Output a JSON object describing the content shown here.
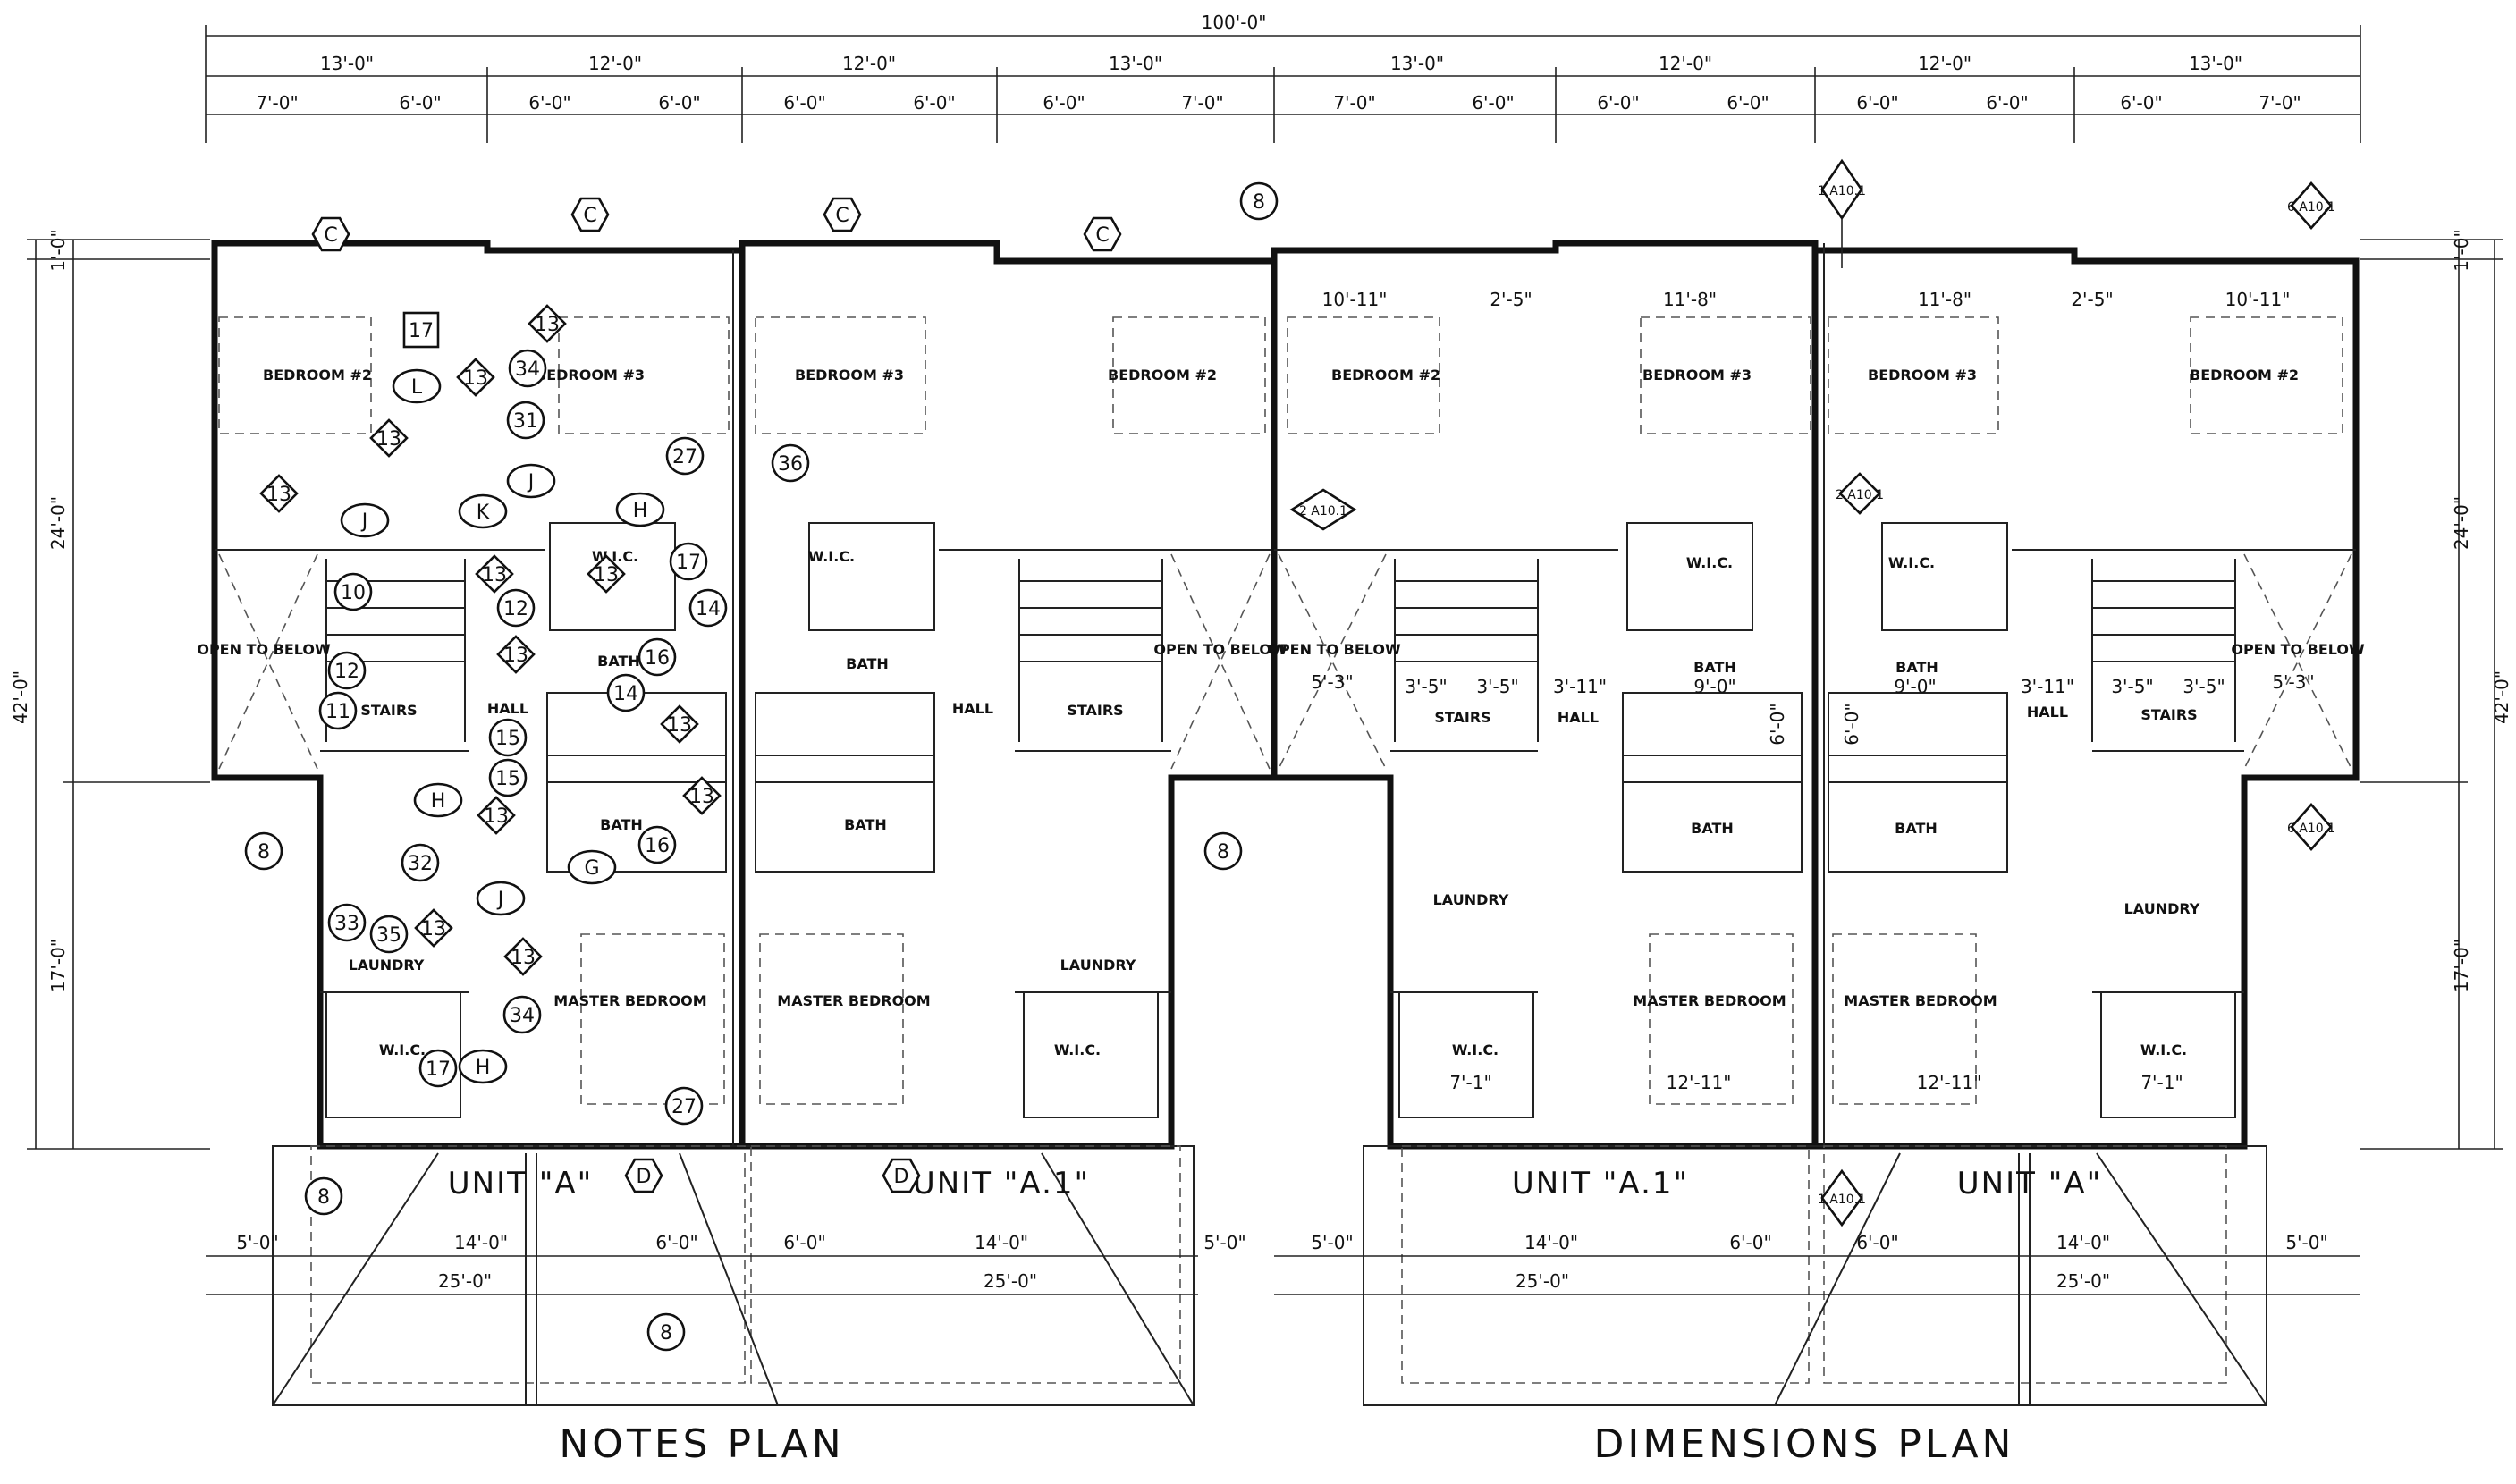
{
  "overall_width": "100'-0\"",
  "plans": [
    {
      "title": "NOTES PLAN",
      "units": [
        "UNIT \"A\"",
        "UNIT \"A.1\""
      ],
      "top_dims": [
        "13'-0\"",
        "12'-0\"",
        "12'-0\"",
        "13'-0\""
      ],
      "sub_dims": [
        "7'-0\"",
        "6'-0\"",
        "6'-0\"",
        "6'-0\"",
        "6'-0\"",
        "6'-0\"",
        "6'-0\"",
        "7'-0\""
      ],
      "bottom_dims": [
        "5'-0\"",
        "14'-0\"",
        "6'-0\"",
        "6'-0\"",
        "14'-0\"",
        "5'-0\""
      ],
      "bottom_totals": [
        "25'-0\"",
        "25'-0\""
      ],
      "window_tags": [
        "C",
        "C",
        "C",
        "C",
        "D",
        "D"
      ],
      "rooms": {
        "bed2_left": "BEDROOM #2",
        "bed3_left": "BEDROOM #3",
        "bed3_right": "BEDROOM #3",
        "bed2_right": "BEDROOM #2",
        "open_left": "OPEN TO BELOW",
        "open_right": "OPEN TO BELOW",
        "stairs_left": "STAIRS",
        "stairs_right": "STAIRS",
        "hall_left": "HALL",
        "hall_right": "HALL",
        "bath_a": "BATH",
        "bath_b": "BATH",
        "bath_c": "BATH",
        "bath_d": "BATH",
        "wic_a": "W.I.C.",
        "wic_b": "W.I.C.",
        "laundry_left": "LAUNDRY",
        "laundry_right": "LAUNDRY",
        "master_left": "MASTER BEDROOM",
        "master_right": "MASTER BEDROOM",
        "wic_c": "W.I.C.",
        "wic_d": "W.I.C."
      },
      "note_tags": [
        "17",
        "13",
        "13",
        "34",
        "13",
        "31",
        "13",
        "L",
        "J",
        "K",
        "J",
        "H",
        "36",
        "27",
        "17",
        "13",
        "13",
        "10",
        "12",
        "12",
        "13",
        "14",
        "16",
        "14",
        "13",
        "11",
        "15",
        "15",
        "13",
        "H",
        "16",
        "13",
        "G",
        "32",
        "33",
        "35",
        "13",
        "J",
        "34",
        "13",
        "27",
        "17",
        "H",
        "8",
        "8",
        "8",
        "8",
        "8"
      ]
    },
    {
      "title": "DIMENSIONS PLAN",
      "units": [
        "UNIT \"A.1\"",
        "UNIT \"A\""
      ],
      "top_dims": [
        "13'-0\"",
        "12'-0\"",
        "12'-0\"",
        "13'-0\""
      ],
      "sub_dims": [
        "7'-0\"",
        "6'-0\"",
        "6'-0\"",
        "6'-0\"",
        "6'-0\"",
        "6'-0\"",
        "6'-0\"",
        "7'-0\""
      ],
      "bottom_dims": [
        "5'-0\"",
        "14'-0\"",
        "6'-0\"",
        "6'-0\"",
        "14'-0\"",
        "5'-0\""
      ],
      "bottom_totals": [
        "25'-0\"",
        "25'-0\""
      ],
      "rooms": {
        "bed2_left": "BEDROOM #2",
        "bed3_left": "BEDROOM #3",
        "bed3_right": "BEDROOM #3",
        "bed2_right": "BEDROOM #2",
        "open_left": "OPEN TO BELOW",
        "open_right": "OPEN TO BELOW",
        "stairs_left": "STAIRS",
        "stairs_right": "STAIRS",
        "hall_left": "HALL",
        "hall_right": "HALL",
        "bath_a": "BATH",
        "bath_b": "BATH",
        "bath_c": "BATH",
        "bath_d": "BATH",
        "wic_a": "W.I.C.",
        "wic_b": "W.I.C.",
        "laundry_left": "LAUNDRY",
        "laundry_right": "LAUNDRY",
        "master_left": "MASTER BEDROOM",
        "master_right": "MASTER BEDROOM",
        "wic_c": "W.I.C.",
        "wic_d": "W.I.C."
      },
      "room_dims": [
        "10'-11\"",
        "2'-5\"",
        "11'-8\"",
        "11'-8\"",
        "2'-5\"",
        "10'-11\"",
        "5'-3\"",
        "3'-5\"",
        "3'-5\"",
        "3'-11\"",
        "9'-0\"",
        "9'-0\"",
        "3'-11\"",
        "3'-5\"",
        "3'-5\"",
        "5'-3\"",
        "12'-11\"",
        "12'-11\"",
        "7'-1\"",
        "7'-1\"",
        "6'-0\"",
        "6'-0\""
      ],
      "section_tags": [
        "1\nA10.1",
        "2\nA10.1",
        "2\nA10.1",
        "6\nA10.1",
        "6\nA10.1",
        "1\nA10.1"
      ]
    }
  ],
  "side_dims": {
    "left": [
      "1'-0\"",
      "24'-0\"",
      "42'-0\"",
      "17'-0\""
    ],
    "right": [
      "1'-0\"",
      "24'-0\"",
      "42'-0\"",
      "17'-0\""
    ]
  }
}
